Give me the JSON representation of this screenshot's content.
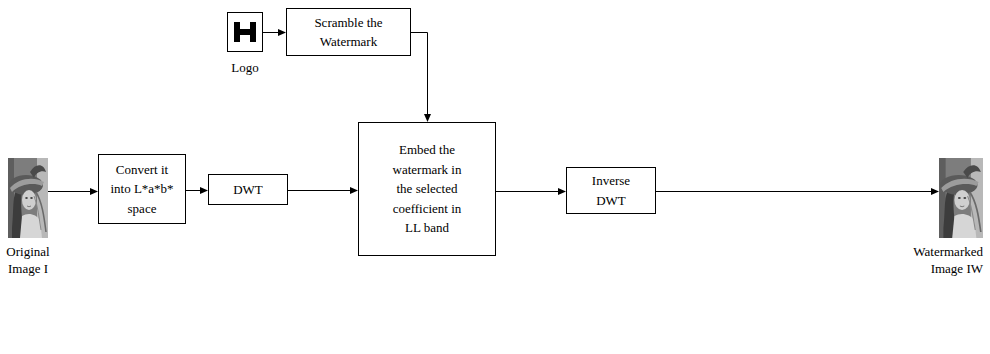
{
  "diagram": {
    "nodes": [
      {
        "text": [
          "Logo"
        ]
      },
      {
        "text": [
          "Scramble the Watermark"
        ]
      },
      {
        "text": [
          "Original Image I"
        ]
      },
      {
        "text": [
          "Convert it into L*a*b* space"
        ]
      },
      {
        "text": [
          "DWT"
        ]
      },
      {
        "text": [
          "Embed the watermark in the selected coefficient in LL band"
        ]
      },
      {
        "text": [
          "Inverse DWT"
        ]
      },
      {
        "text": [
          "Watermarked Image IW"
        ]
      }
    ],
    "edges": [
      {
        "from": 0,
        "to": 1,
        "arrow": "to"
      },
      {
        "from": 1,
        "to": 5,
        "arrow": "to"
      },
      {
        "from": 2,
        "to": 3,
        "arrow": "to"
      },
      {
        "from": 3,
        "to": 4,
        "arrow": "to"
      },
      {
        "from": 4,
        "to": 5,
        "arrow": "to"
      },
      {
        "from": 5,
        "to": 6,
        "arrow": "to"
      },
      {
        "from": 6,
        "to": 7,
        "arrow": "to"
      }
    ]
  }
}
